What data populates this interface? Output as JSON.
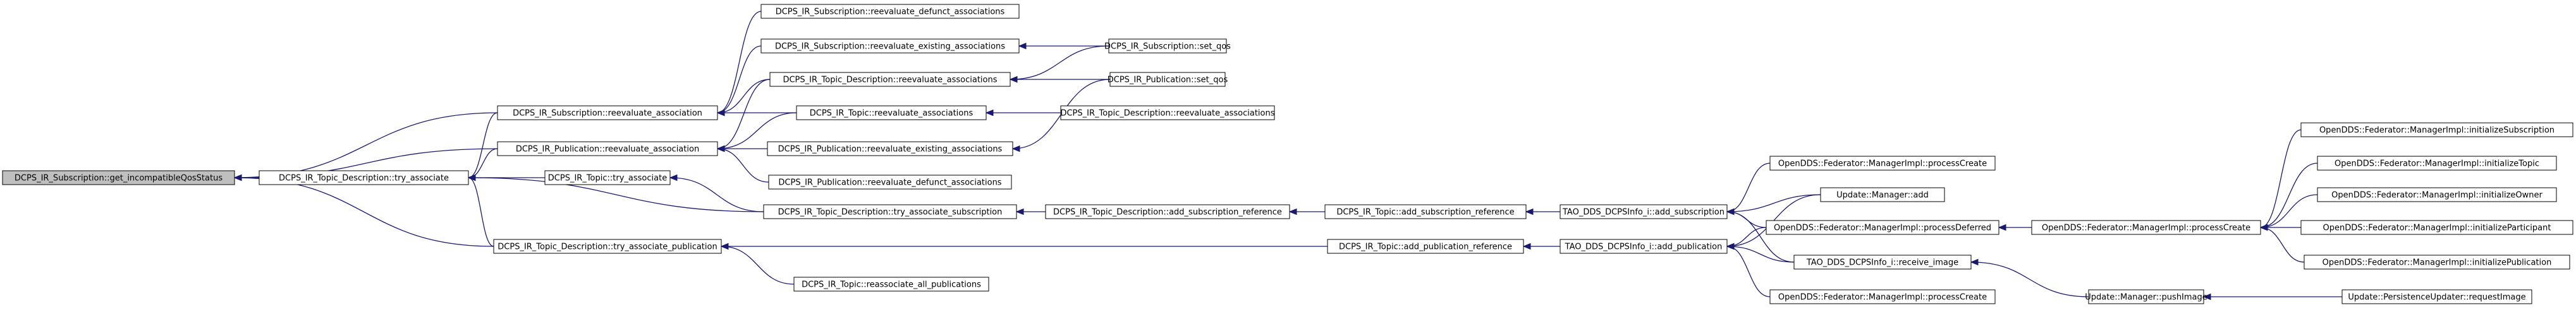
{
  "graph": {
    "colors": {
      "edge": "#191970",
      "root_fill": "#bfbfbf",
      "node_fill": "#ffffff",
      "node_border": "#000000"
    },
    "nodes": [
      {
        "id": "n0",
        "label": "DCPS_IR_Subscription::get_incompatibleQosStatus"
      },
      {
        "id": "n1",
        "label": "DCPS_IR_Subscription::reevaluate_association"
      },
      {
        "id": "n2",
        "label": "DCPS_IR_Publication::reevaluate_association"
      },
      {
        "id": "n3",
        "label": "DCPS_IR_Topic_Description::try_associate"
      },
      {
        "id": "n4",
        "label": "DCPS_IR_Topic_Description::try_associate_publication"
      },
      {
        "id": "n5",
        "label": "DCPS_IR_Subscription::reevaluate_defunct_associations"
      },
      {
        "id": "n6",
        "label": "DCPS_IR_Subscription::reevaluate_existing_associations"
      },
      {
        "id": "n7",
        "label": "DCPS_IR_Topic_Description::reevaluate_associations"
      },
      {
        "id": "n8",
        "label": "DCPS_IR_Topic::reevaluate_associations"
      },
      {
        "id": "n9",
        "label": "DCPS_IR_Publication::reevaluate_existing_associations"
      },
      {
        "id": "n10",
        "label": "DCPS_IR_Publication::reevaluate_defunct_associations"
      },
      {
        "id": "n11",
        "label": "DCPS_IR_Topic::try_associate"
      },
      {
        "id": "n12",
        "label": "DCPS_IR_Topic_Description::try_associate_subscription"
      },
      {
        "id": "n13",
        "label": "DCPS_IR_Topic::reassociate_all_publications"
      },
      {
        "id": "n14",
        "label": "DCPS_IR_Subscription::set_qos"
      },
      {
        "id": "n15",
        "label": "DCPS_IR_Publication::set_qos"
      },
      {
        "id": "n16",
        "label": "DCPS_IR_Topic_Description::reevaluate_associations"
      },
      {
        "id": "n17",
        "label": "DCPS_IR_Topic_Description::add_subscription_reference"
      },
      {
        "id": "n18",
        "label": "DCPS_IR_Topic::add_subscription_reference"
      },
      {
        "id": "n19",
        "label": "DCPS_IR_Topic::add_publication_reference"
      },
      {
        "id": "n20",
        "label": "TAO_DDS_DCPSInfo_i::add_subscription"
      },
      {
        "id": "n21",
        "label": "TAO_DDS_DCPSInfo_i::add_publication"
      },
      {
        "id": "n22",
        "label": "OpenDDS::Federator::ManagerImpl::processCreate"
      },
      {
        "id": "n23",
        "label": "Update::Manager::add"
      },
      {
        "id": "n24",
        "label": "OpenDDS::Federator::ManagerImpl::processDeferred"
      },
      {
        "id": "n25",
        "label": "TAO_DDS_DCPSInfo_i::receive_image"
      },
      {
        "id": "n26",
        "label": "OpenDDS::Federator::ManagerImpl::processCreate"
      },
      {
        "id": "n27",
        "label": "OpenDDS::Federator::ManagerImpl::processCreate"
      },
      {
        "id": "n28",
        "label": "Update::Manager::pushImage"
      },
      {
        "id": "n29",
        "label": "OpenDDS::Federator::ManagerImpl::initializeSubscription"
      },
      {
        "id": "n30",
        "label": "OpenDDS::Federator::ManagerImpl::initializeTopic"
      },
      {
        "id": "n31",
        "label": "OpenDDS::Federator::ManagerImpl::initializeOwner"
      },
      {
        "id": "n32",
        "label": "OpenDDS::Federator::ManagerImpl::initializeParticipant"
      },
      {
        "id": "n33",
        "label": "OpenDDS::Federator::ManagerImpl::initializePublication"
      },
      {
        "id": "n34",
        "label": "Update::PersistenceUpdater::requestImage"
      }
    ],
    "edges": [
      [
        "n0",
        "n1"
      ],
      [
        "n0",
        "n2"
      ],
      [
        "n0",
        "n3"
      ],
      [
        "n0",
        "n4"
      ],
      [
        "n1",
        "n5"
      ],
      [
        "n1",
        "n6"
      ],
      [
        "n1",
        "n7"
      ],
      [
        "n1",
        "n8"
      ],
      [
        "n2",
        "n7"
      ],
      [
        "n2",
        "n8"
      ],
      [
        "n2",
        "n9"
      ],
      [
        "n2",
        "n10"
      ],
      [
        "n3",
        "n1"
      ],
      [
        "n3",
        "n2"
      ],
      [
        "n3",
        "n11"
      ],
      [
        "n3",
        "n12"
      ],
      [
        "n3",
        "n4"
      ],
      [
        "n4",
        "n13"
      ],
      [
        "n4",
        "n19"
      ],
      [
        "n6",
        "n14"
      ],
      [
        "n7",
        "n14"
      ],
      [
        "n7",
        "n15"
      ],
      [
        "n8",
        "n16"
      ],
      [
        "n9",
        "n15"
      ],
      [
        "n11",
        "n12"
      ],
      [
        "n12",
        "n17"
      ],
      [
        "n17",
        "n18"
      ],
      [
        "n18",
        "n20"
      ],
      [
        "n19",
        "n21"
      ],
      [
        "n20",
        "n22"
      ],
      [
        "n20",
        "n23"
      ],
      [
        "n20",
        "n24"
      ],
      [
        "n20",
        "n25"
      ],
      [
        "n21",
        "n23"
      ],
      [
        "n21",
        "n24"
      ],
      [
        "n21",
        "n25"
      ],
      [
        "n21",
        "n27"
      ],
      [
        "n24",
        "n26"
      ],
      [
        "n25",
        "n28"
      ],
      [
        "n26",
        "n29"
      ],
      [
        "n26",
        "n30"
      ],
      [
        "n26",
        "n31"
      ],
      [
        "n26",
        "n32"
      ],
      [
        "n26",
        "n33"
      ],
      [
        "n28",
        "n34"
      ]
    ]
  }
}
